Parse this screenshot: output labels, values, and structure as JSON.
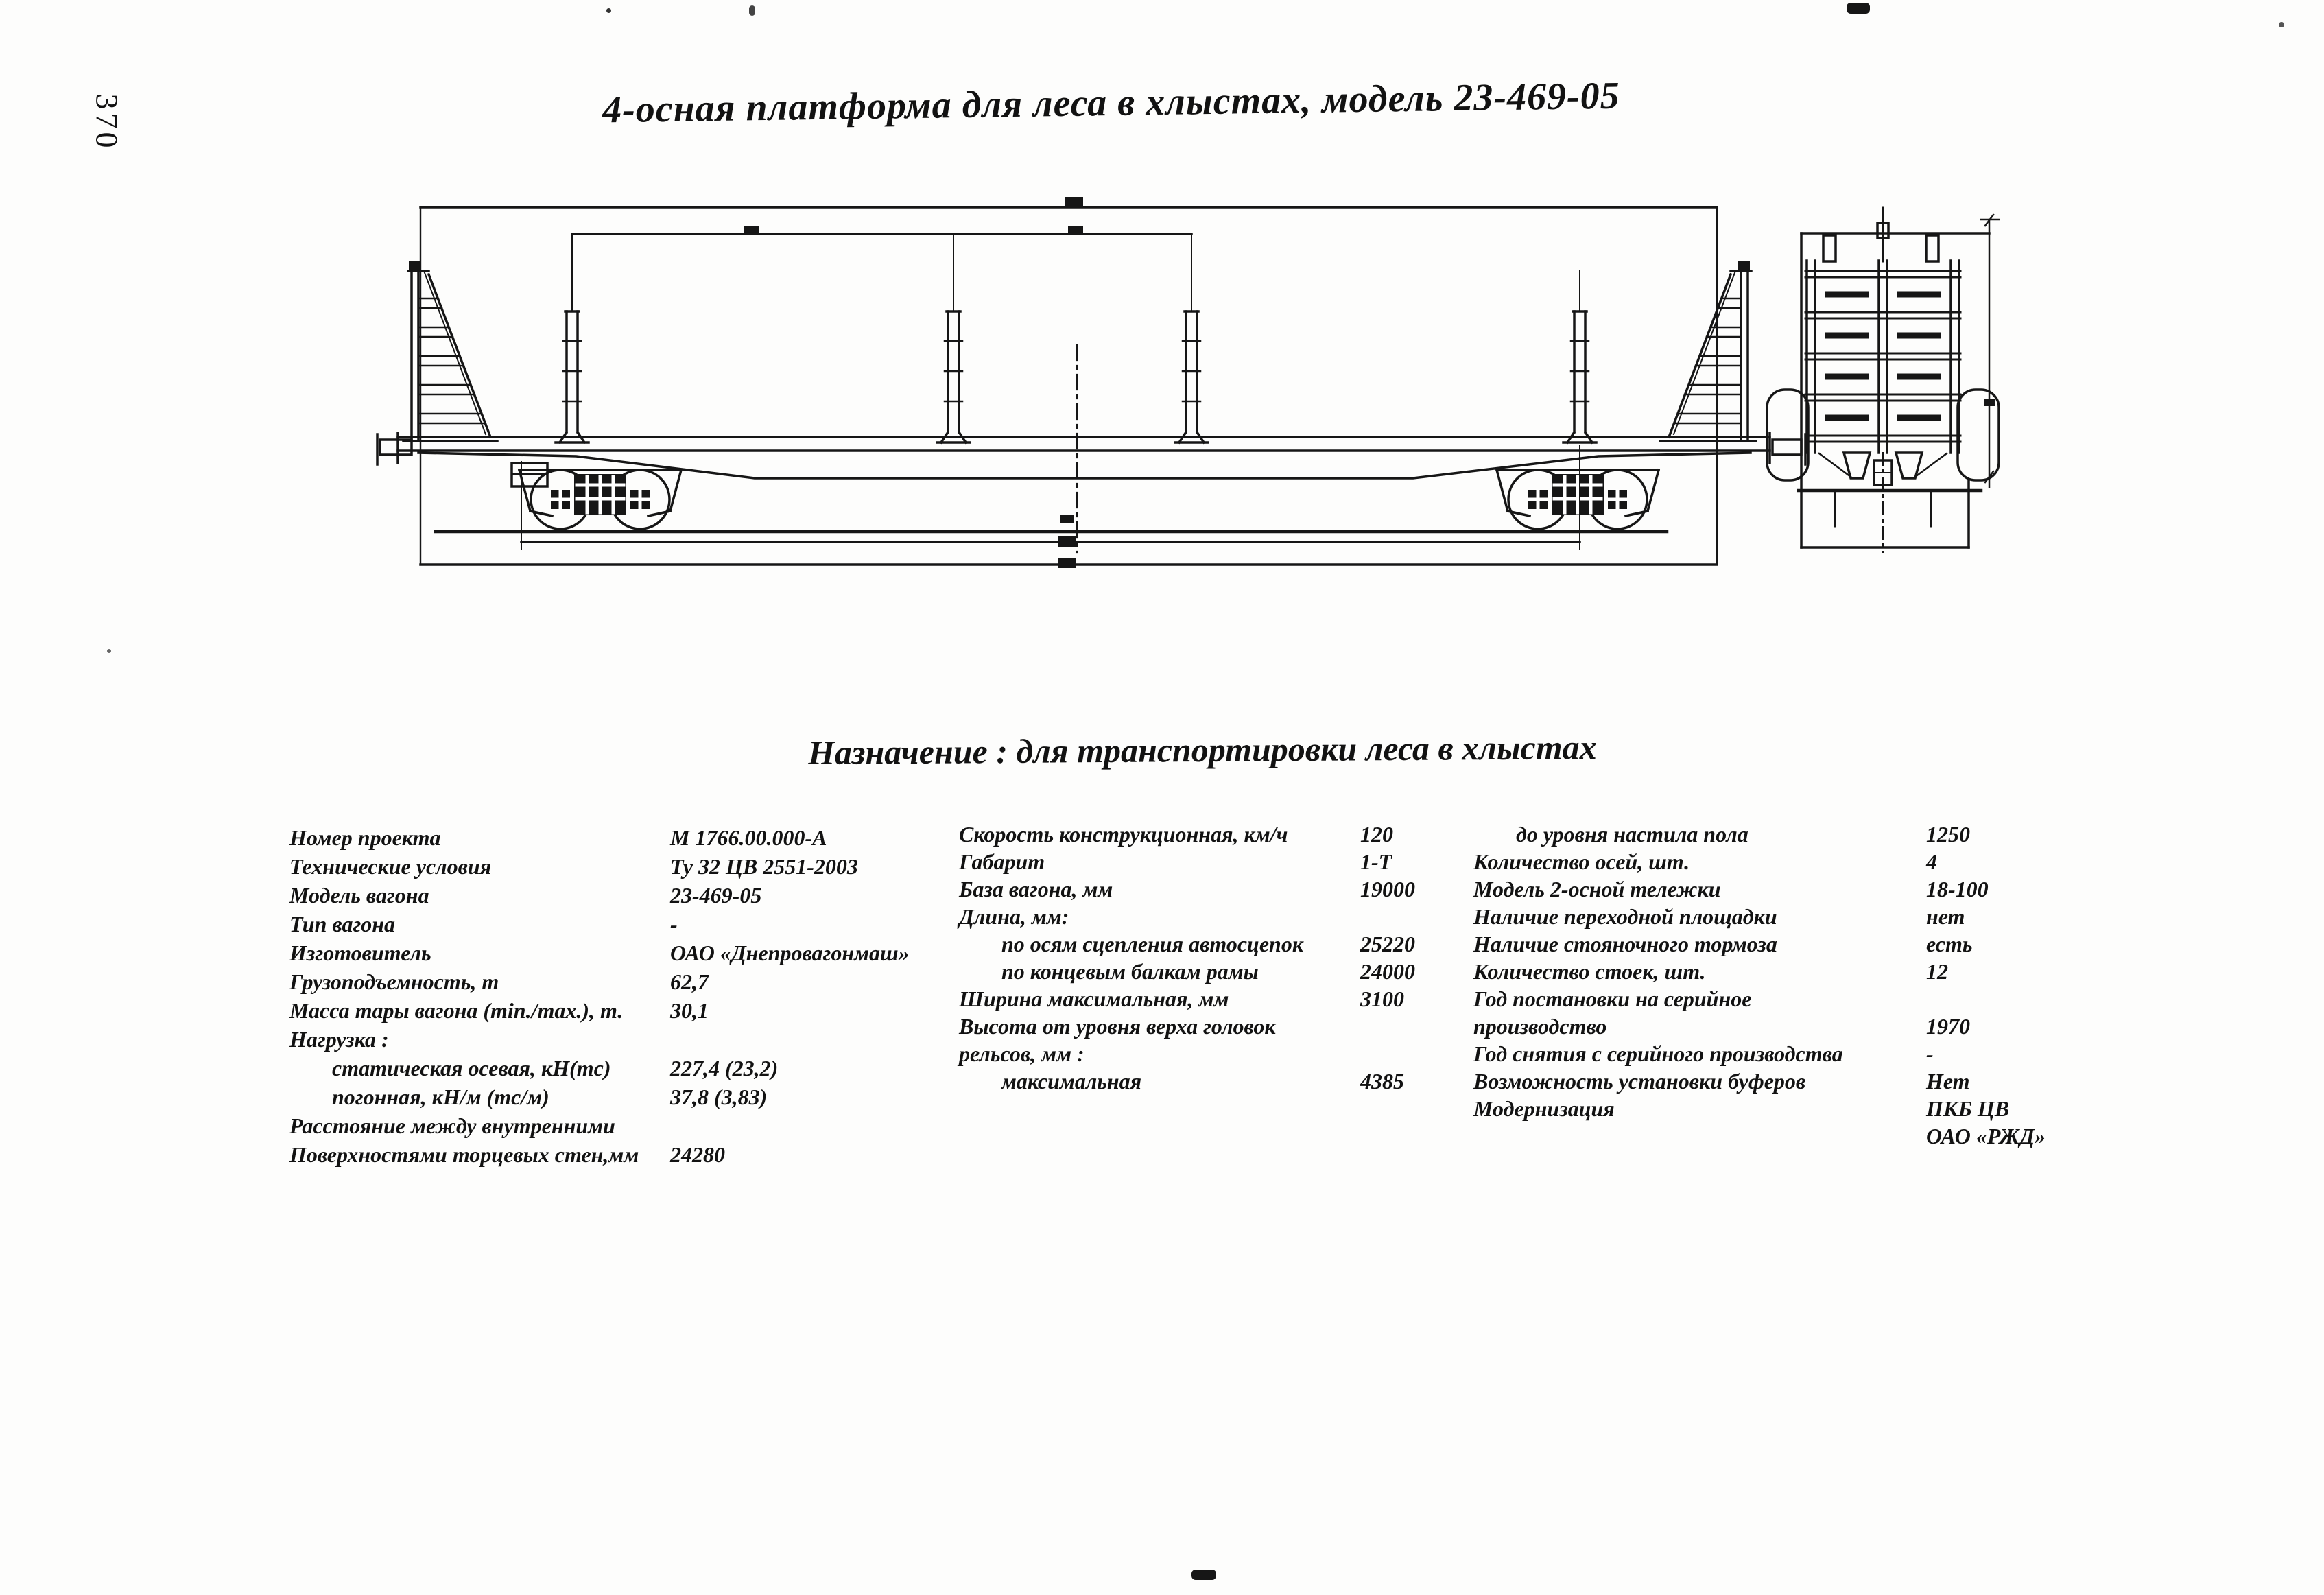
{
  "page": {
    "number": "370",
    "title": "4-осная платформа для леса в хлыстах, модель 23-469-05",
    "purpose": "Назначение : для транспортировки леса в хлыстах"
  },
  "specs": {
    "group1": {
      "rows": [
        {
          "label": "Номер проекта",
          "value": "М 1766.00.000-А",
          "indent": false
        },
        {
          "label": "Технические условия",
          "value": "Ту 32 ЦВ 2551-2003",
          "indent": false
        },
        {
          "label": "Модель вагона",
          "value": "23-469-05",
          "indent": false
        },
        {
          "label": "Тип вагона",
          "value": "-",
          "indent": false
        },
        {
          "label": "Изготовитель",
          "value": "ОАО «Днепровагонмаш»",
          "indent": false
        },
        {
          "label": "Грузоподъемность, т",
          "value": "62,7",
          "indent": false
        },
        {
          "label": "Масса тары вагона (min./max.), т.",
          "value": "30,1",
          "indent": false
        },
        {
          "label": "Нагрузка :",
          "value": "",
          "indent": false
        },
        {
          "label": "статическая осевая, кН(тс)",
          "value": "227,4  (23,2)",
          "indent": true
        },
        {
          "label": "погонная, кН/м (тс/м)",
          "value": "37,8 (3,83)",
          "indent": true
        },
        {
          "label": "Расстояние между внутренними",
          "value": "",
          "indent": false
        },
        {
          "label": "Поверхностями торцевых стен,мм",
          "value": "24280",
          "indent": false
        }
      ]
    },
    "group2": {
      "rows": [
        {
          "label": "Скорость конструкционная, км/ч",
          "value": "120",
          "indent": false
        },
        {
          "label": "Габарит",
          "value": "1-Т",
          "indent": false
        },
        {
          "label": "База вагона, мм",
          "value": "19000",
          "indent": false
        },
        {
          "label": "Длина, мм:",
          "value": "",
          "indent": false
        },
        {
          "label": "по осям сцепления автосцепок",
          "value": "25220",
          "indent": true
        },
        {
          "label": "по концевым балкам рамы",
          "value": "24000",
          "indent": true
        },
        {
          "label": "Ширина максимальная, мм",
          "value": "3100",
          "indent": false
        },
        {
          "label": "Высота от уровня верха головок",
          "value": "",
          "indent": false
        },
        {
          "label": "рельсов, мм :",
          "value": "",
          "indent": false
        },
        {
          "label": "максимальная",
          "value": "4385",
          "indent": true
        }
      ]
    },
    "group3": {
      "rows": [
        {
          "label": "до уровня настила пола",
          "value": "1250",
          "indent": true
        },
        {
          "label": "Количество осей, шт.",
          "value": "4",
          "indent": false
        },
        {
          "label": "Модель 2-осной тележки",
          "value": "18-100",
          "indent": false
        },
        {
          "label": "Наличие переходной площадки",
          "value": "нет",
          "indent": false
        },
        {
          "label": "Наличие стояночного тормоза",
          "value": "есть",
          "indent": false
        },
        {
          "label": "Количество стоек, шт.",
          "value": "12",
          "indent": false
        },
        {
          "label": "Год постановки на серийное",
          "value": "",
          "indent": false
        },
        {
          "label": "производство",
          "value": "1970",
          "indent": false
        },
        {
          "label": "Год снятия с серийного производства",
          "value": "-",
          "indent": false
        },
        {
          "label": "Возможность установки буферов",
          "value": "Нет",
          "indent": false
        },
        {
          "label": "Модернизация",
          "value": "ПКБ ЦВ",
          "indent": false
        },
        {
          "label": "",
          "value": "ОАО «РЖД»",
          "indent": false
        }
      ]
    }
  }
}
